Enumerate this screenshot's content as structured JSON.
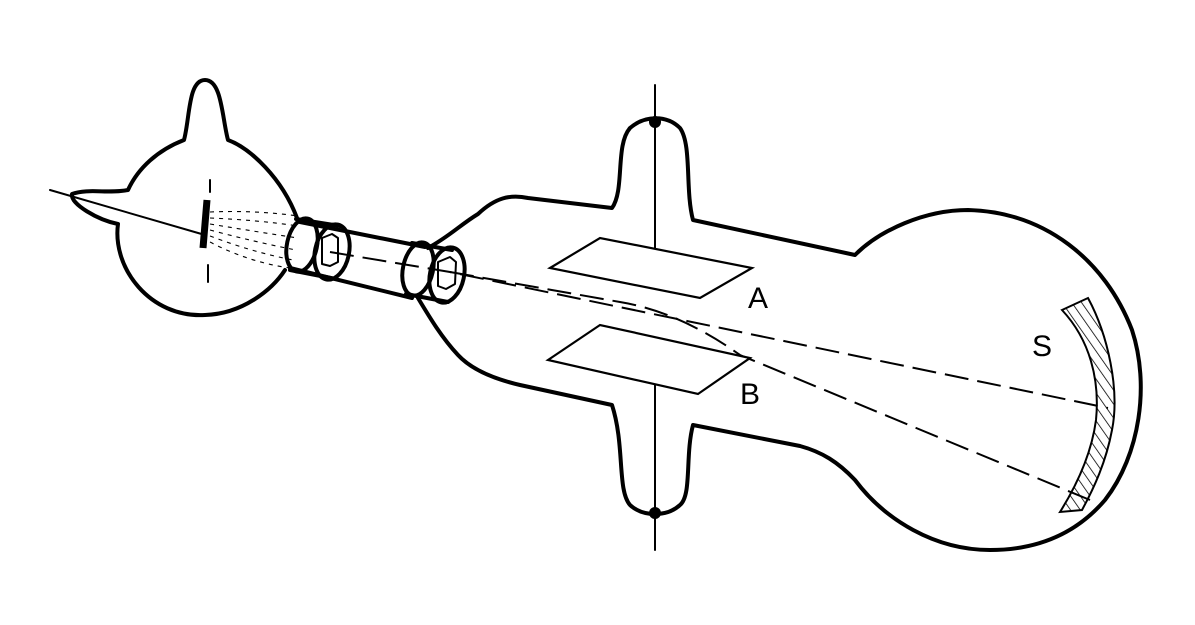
{
  "labels": {
    "plate_a": "A",
    "plate_b": "B",
    "screen": "S"
  },
  "colors": {
    "ink": "#000000",
    "background": "#ffffff"
  }
}
